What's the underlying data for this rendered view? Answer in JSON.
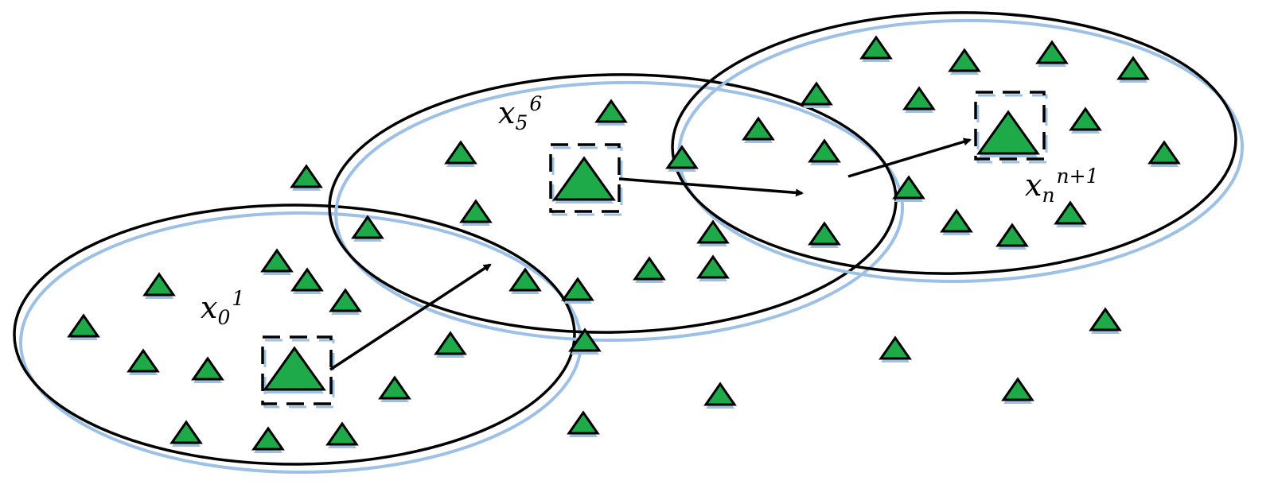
{
  "labels": {
    "x0_base": "x",
    "x0_sub": "0",
    "x0_sup": "1",
    "x5_base": "x",
    "x5_sub": "5",
    "x5_sup": "6",
    "xn_base": "x",
    "xn_sub": "n",
    "xn_sup": "n+1"
  },
  "colors": {
    "triangle_fill": "#1faa4a",
    "triangle_stroke": "#000000",
    "shadow": "#9cc0e6",
    "outline": "#000000",
    "background": "#ffffff"
  }
}
